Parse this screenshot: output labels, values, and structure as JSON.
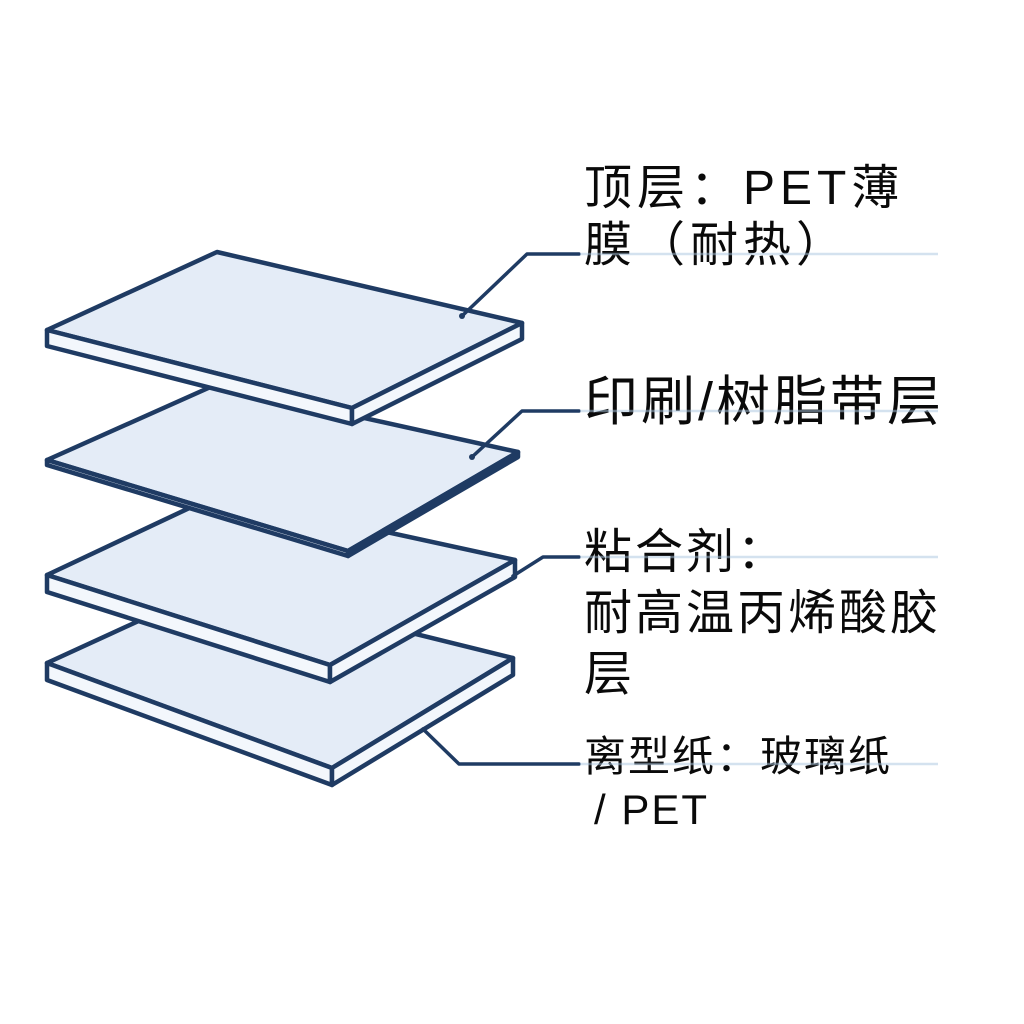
{
  "labels": [
    {
      "id": "top-layer",
      "lines": [
        "顶层：PET薄",
        "膜（耐热）"
      ]
    },
    {
      "id": "print-resin-layer",
      "lines": [
        "印刷/树脂带层"
      ]
    },
    {
      "id": "adhesive-layer",
      "lines": [
        "粘合剂：",
        "耐高温丙烯酸胶",
        "层"
      ]
    },
    {
      "id": "release-liner",
      "lines": [
        "离型纸：玻璃纸",
        "/ PET"
      ]
    }
  ],
  "colors": {
    "slab_face": "#e4ecf7",
    "slab_side": "#f3f7fc",
    "outline": "#1f3b63",
    "leader_faint": "#a9c6e0",
    "text": "#0a0a0a",
    "background": "#ffffff"
  }
}
